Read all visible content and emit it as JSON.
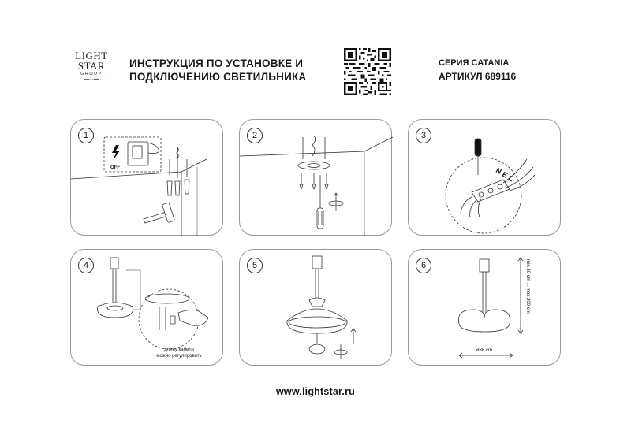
{
  "brand": {
    "line1": "LIGHT",
    "line2": "STAR",
    "line3": "GROUP"
  },
  "header": {
    "title_line1": "ИНСТРУКЦИЯ ПО УСТАНОВКЕ И",
    "title_line2": "ПОДКЛЮЧЕНИЮ СВЕТИЛЬНИКА",
    "series": "СЕРИЯ CATANIA",
    "article": "АРТИКУЛ 689116"
  },
  "colors": {
    "flag_green": "#2a9a3c",
    "flag_white": "#ffffff",
    "flag_red": "#d22b2b",
    "line": "#333333",
    "panel_border": "#9a9a9a"
  },
  "steps": [
    {
      "number": "1",
      "off_label": "OFF"
    },
    {
      "number": "2"
    },
    {
      "number": "3",
      "wire_labels": [
        "N",
        "E",
        "L"
      ]
    },
    {
      "number": "4",
      "note_line1": "длину кабеля",
      "note_line2": "можно регулировать"
    },
    {
      "number": "5"
    },
    {
      "number": "6",
      "width_label": "ø36 cm",
      "height_label": "min 30 cm ... max 200 cm"
    }
  ],
  "icons": [
    "qr-code-icon",
    "lightning-icon",
    "hammer-icon",
    "screwdriver-icon",
    "rotate-icon",
    "hand-icon"
  ],
  "footer": {
    "website": "www.lightstar.ru"
  }
}
